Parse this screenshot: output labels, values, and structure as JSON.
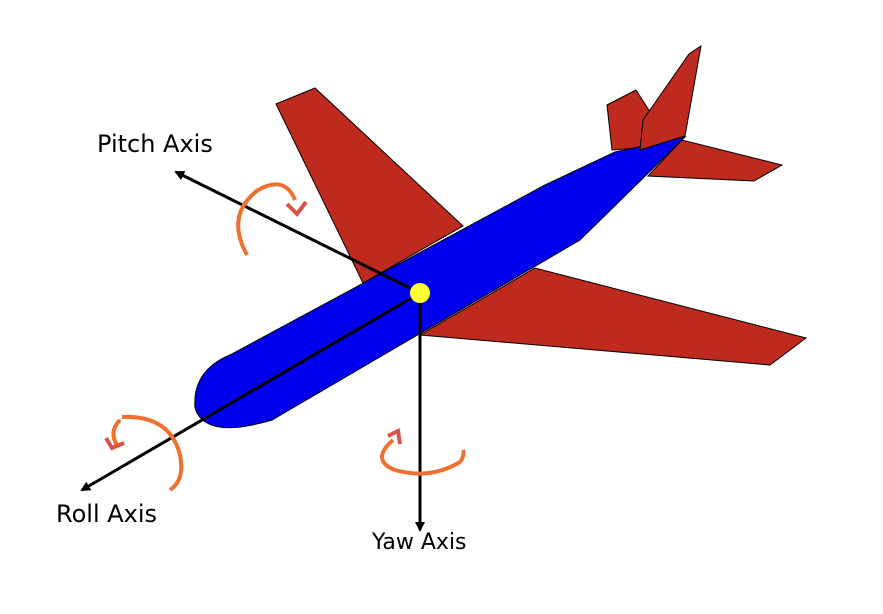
{
  "labels": {
    "pitch": "Pitch Axis",
    "roll": "Roll Axis",
    "yaw": "Yaw Axis"
  },
  "colors": {
    "fuselage": "#0000ee",
    "wings": "#bf2a1e",
    "center_of_gravity": "#ffff33",
    "rotation_arrows": "#f07030",
    "arrowheads": "#d9534a"
  }
}
